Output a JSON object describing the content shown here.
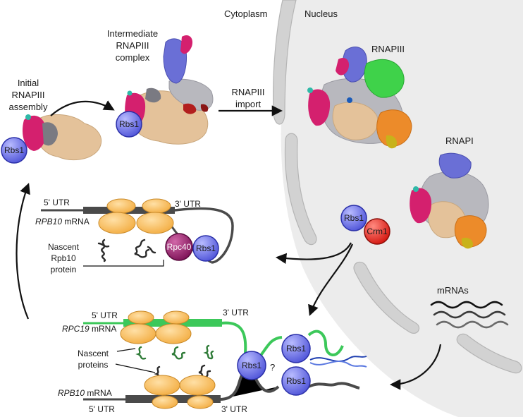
{
  "compartments": {
    "cytoplasm": "Cytoplasm",
    "nucleus": "Nucleus"
  },
  "stages": {
    "initial_line1": "Initial",
    "initial_line2": "RNAPIII",
    "initial_line3": "assembly",
    "intermediate_line1": "Intermediate",
    "intermediate_line2": "RNAPIII",
    "intermediate_line3": "complex",
    "import_line1": "RNAPIII",
    "import_line2": "import"
  },
  "complexes": {
    "rnapiii": "RNAPIII",
    "rnapi": "RNAPI"
  },
  "proteins": {
    "rbs1": "Rbs1",
    "crm1": "Crm1",
    "rpc40": "Rpc40"
  },
  "upper_mrna": {
    "utr5": "5' UTR",
    "utr3": "3' UTR",
    "gene": "RPB10",
    "suffix": " mRNA",
    "nascent_line1": "Nascent",
    "nascent_line2": "Rpb10",
    "nascent_line3": "protein"
  },
  "lower_mrna": {
    "top_utr5": "5' UTR",
    "top_utr3": "3' UTR",
    "top_gene": "RPC19",
    "top_suffix": " mRNA",
    "nascent_line1": "Nascent",
    "nascent_line2": "proteins",
    "bottom_gene": "RPB10",
    "bottom_suffix": " mRNA",
    "bottom_utr5": "5' UTR",
    "bottom_utr3": "3' UTR",
    "question": "?"
  },
  "mrnas_label": "mRNAs",
  "colors": {
    "nucleus_fill": "#ececec",
    "envelope": "#c9c9c9",
    "rbs1": "#6f74e8",
    "crm1": "#e8231c",
    "rpc40": "#9b1b6e",
    "ribosome": "#f7b95a",
    "mrna_rpb10": "#4a4a4a",
    "mrna_rpc19": "#3cc85a",
    "polymerase_core": "#e4c29a",
    "polymerase_gray": "#b8b8be",
    "polymerase_blue": "#6a6fd6",
    "polymerase_magenta": "#d4206e",
    "polymerase_green": "#3fd24a",
    "polymerase_orange": "#ec8b2a"
  }
}
